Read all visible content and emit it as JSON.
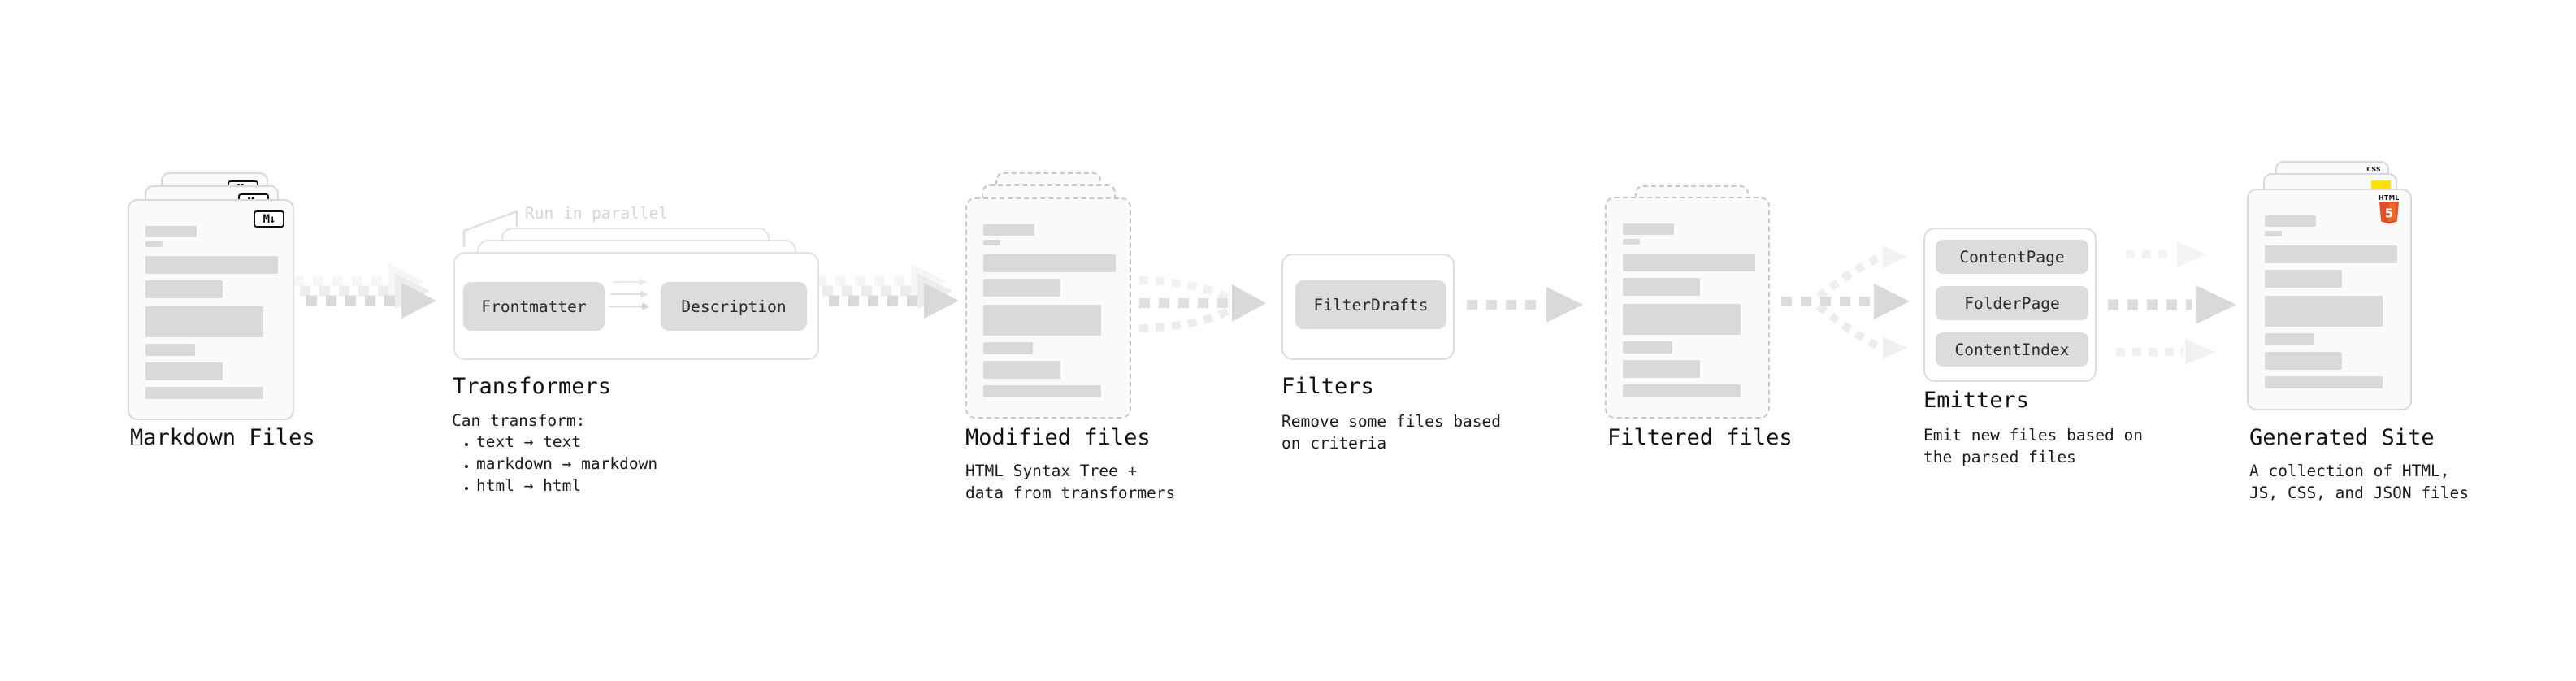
{
  "stages": {
    "markdown_files": {
      "title": "Markdown Files",
      "badge": "M↓"
    },
    "transformers": {
      "title": "Transformers",
      "annotation": "Run in parallel",
      "pill_left": "Frontmatter",
      "pill_right": "Description",
      "description_heading": "Can transform:",
      "bullets": [
        "text → text",
        "markdown → markdown",
        "html → html"
      ]
    },
    "modified_files": {
      "title": "Modified files",
      "description": "HTML Syntax Tree +\ndata from transformers"
    },
    "filters": {
      "title": "Filters",
      "pill": "FilterDrafts",
      "description": "Remove some files based\non criteria"
    },
    "filtered_files": {
      "title": "Filtered files"
    },
    "emitters": {
      "title": "Emitters",
      "pills": [
        "ContentPage",
        "FolderPage",
        "ContentIndex"
      ],
      "description": "Emit new files based on\nthe parsed files"
    },
    "generated_site": {
      "title": "Generated Site",
      "description": "A collection of HTML,\nJS, CSS, and JSON files",
      "badge_css": "CSS",
      "badge_html": "HTML",
      "badge_html5_number": "5"
    }
  },
  "colors": {
    "skeleton_gray": "#d9d9d9",
    "arrow_gray": "#d9d9d9",
    "js_yellow": "#ffe104",
    "css_blue": "#2b63e8",
    "html5_orange": "#e44d26",
    "html5_orange_light": "#f16529"
  }
}
